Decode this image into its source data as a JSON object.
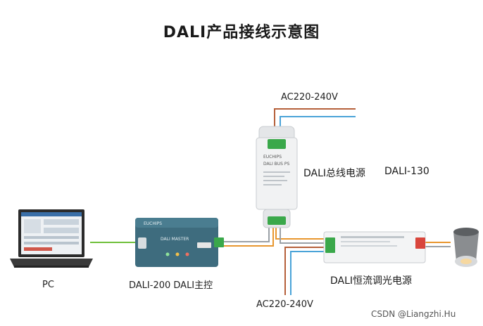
{
  "title": "DALI产品接线示意图",
  "labels": {
    "ac_top": "AC220-240V",
    "ac_bottom": "AC220-240V",
    "psu": "DALI总线电源",
    "psu_model": "DALI-130",
    "pc": "PC",
    "master": "DALI-200 DALI主控",
    "driver": "DALI恒流调光电源"
  },
  "device_text": {
    "master_brand": "EUCHIPS",
    "master_name": "DALI MASTER",
    "psu_brand": "EUCHIPS",
    "psu_model_small": "DALI BUS PS"
  },
  "watermark": "CSDN @Liangzhi.Hu",
  "colors": {
    "wire_brown": "#b5603a",
    "wire_blue": "#4aa3d8",
    "wire_orange": "#e8962e",
    "wire_green": "#6fbf3a",
    "wire_grey": "#9aa0a6",
    "master_body": "#3e6c7e",
    "connector_green": "#3aa84a"
  }
}
